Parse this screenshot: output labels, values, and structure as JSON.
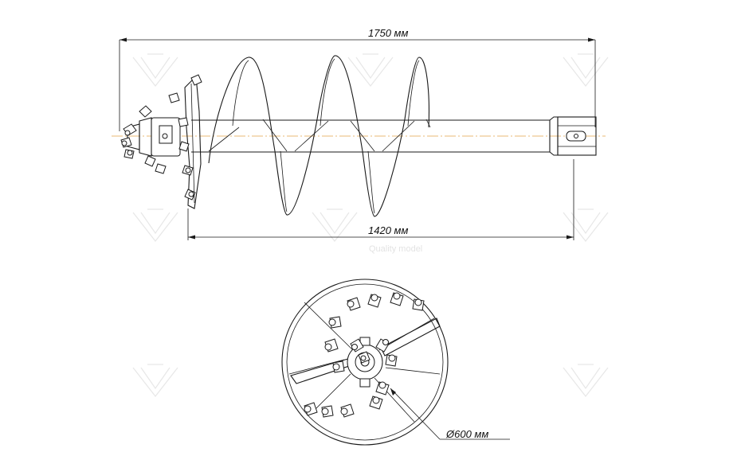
{
  "dimensions": {
    "overall_length": "1750 мм",
    "auger_length": "1420 мм",
    "diameter": "Ø600 мм"
  },
  "watermark": {
    "brand": "Quality model"
  },
  "colors": {
    "lines": "#1a1a1a",
    "axis": "#e3a24a",
    "watermark": "#e3e3e3"
  }
}
